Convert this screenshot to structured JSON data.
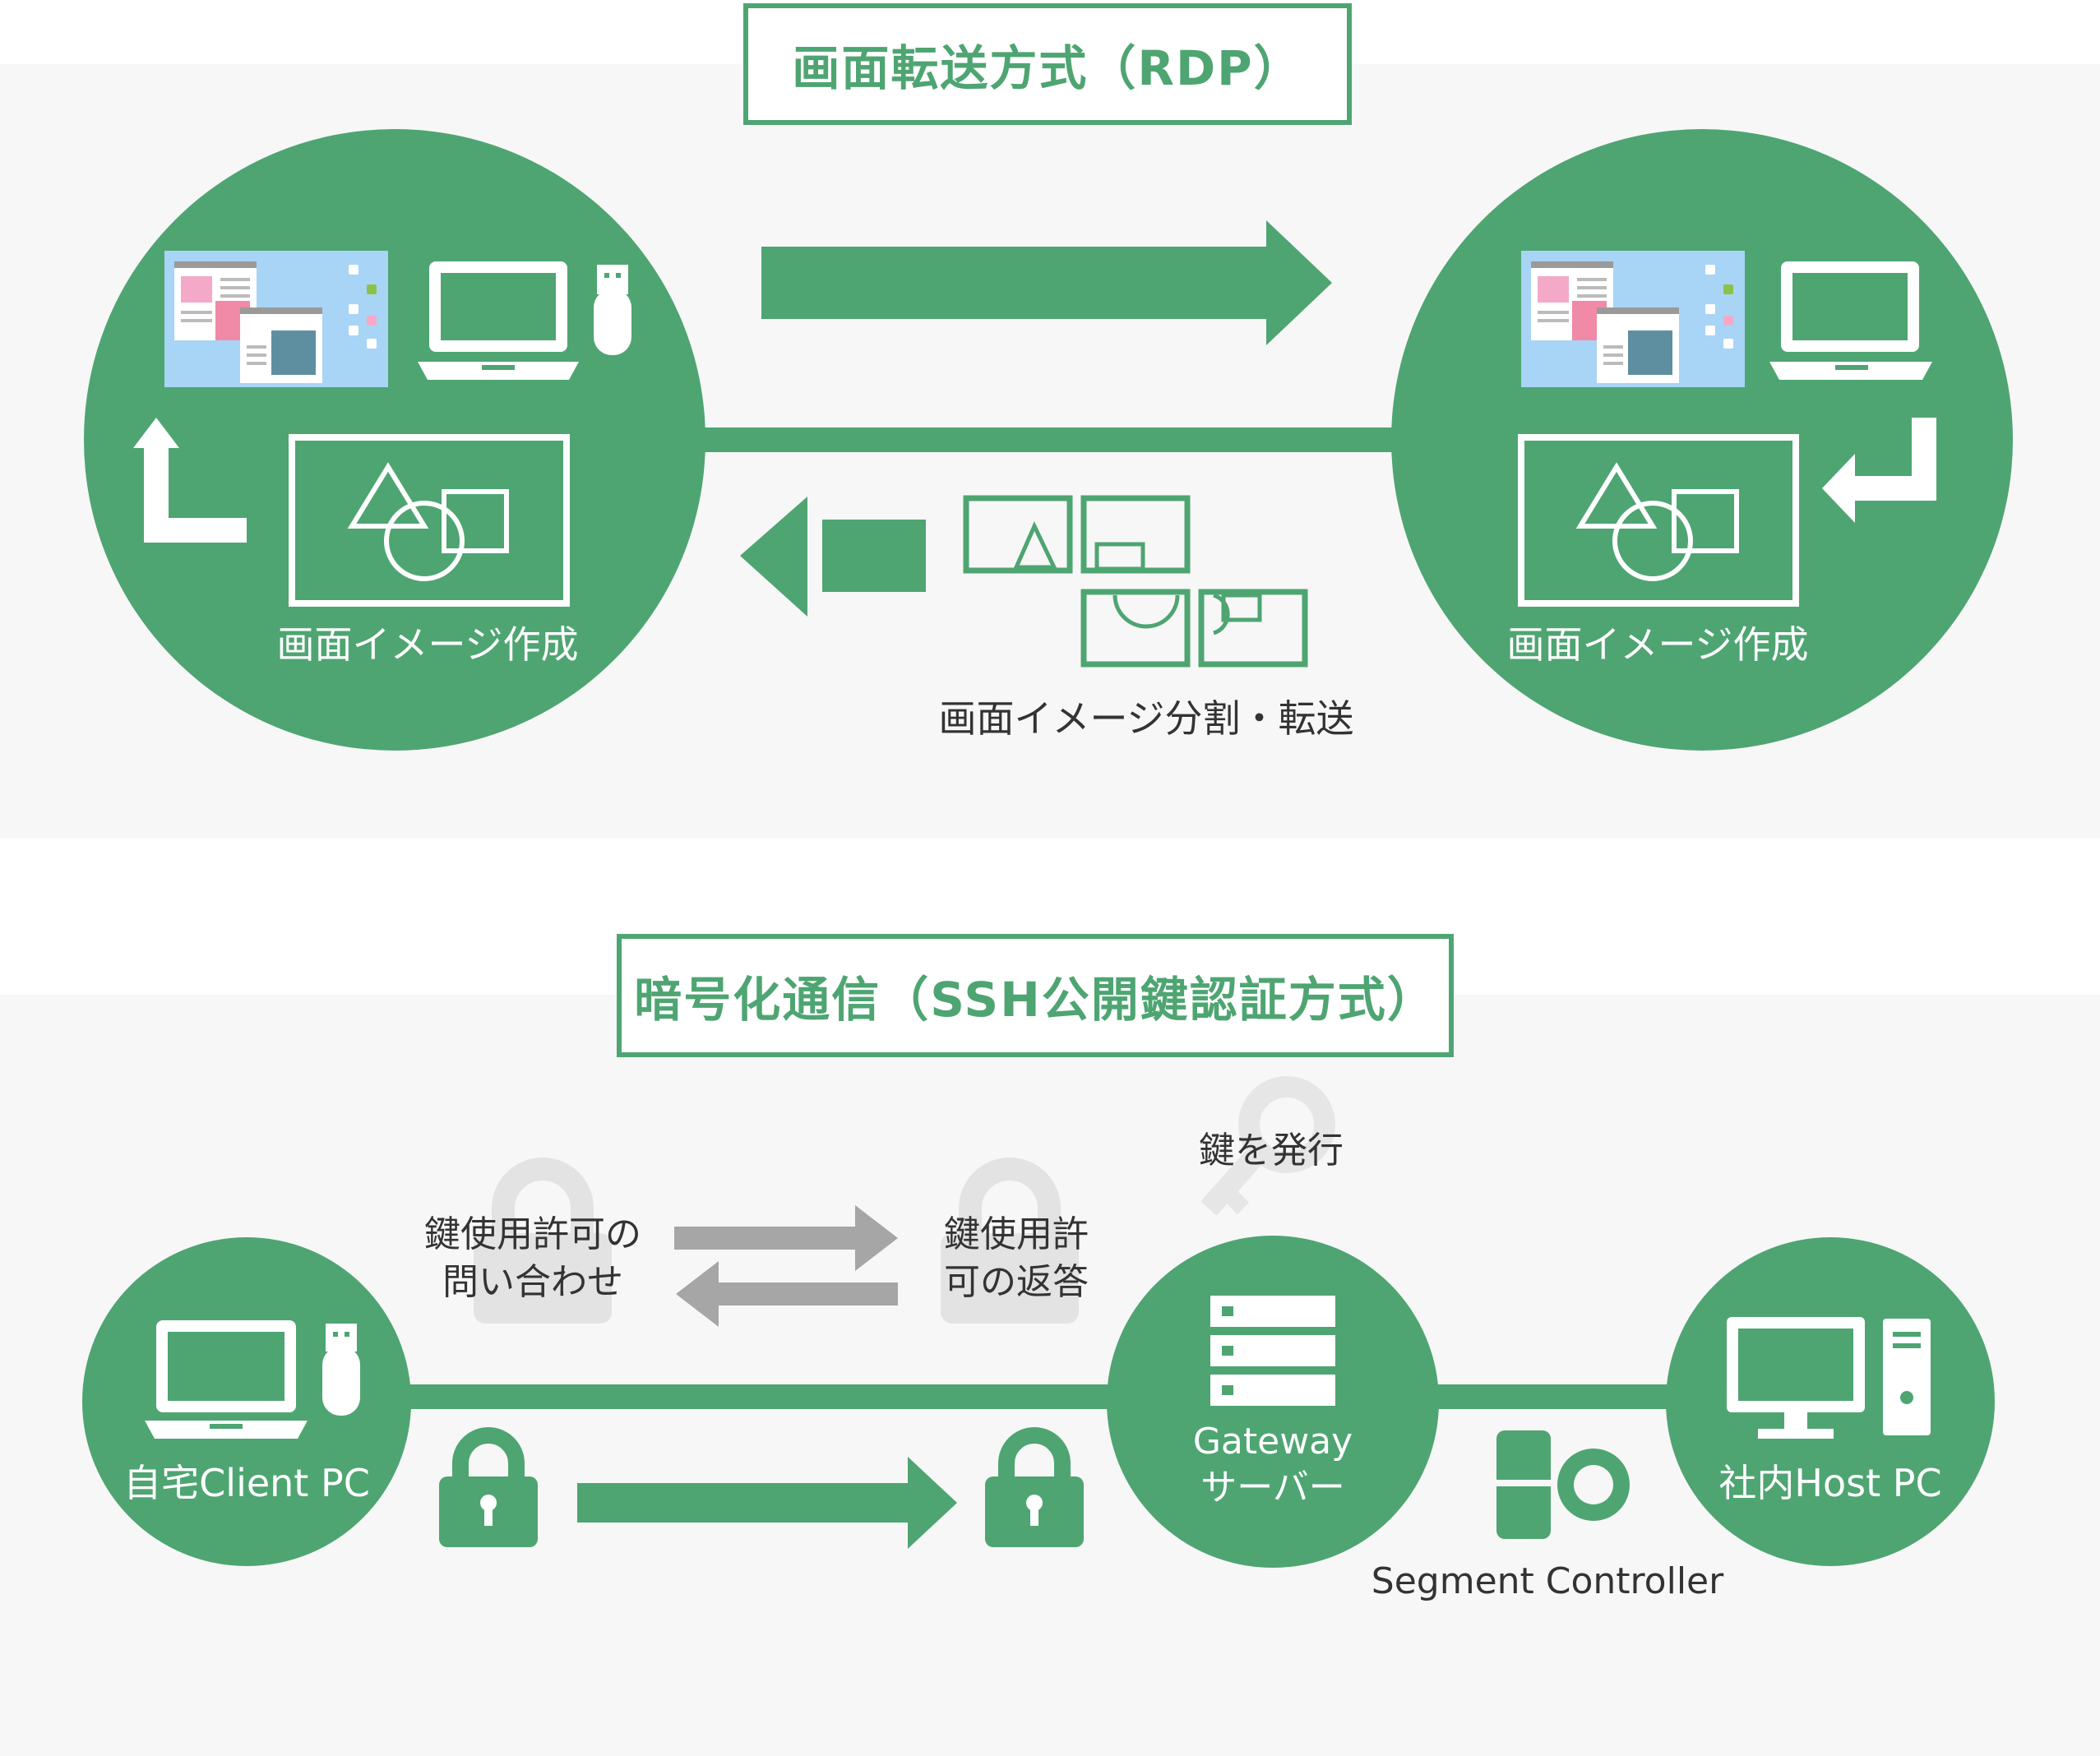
{
  "rdp": {
    "title": "画面転送方式（RDP）",
    "left_caption": "画面イメージ作成",
    "right_caption": "画面イメージ作成",
    "middle_caption": "画面イメージ分割・転送"
  },
  "ssh": {
    "title": "暗号化通信（SSH公開鍵認証方式）",
    "client_label": "自宅Client PC",
    "request_label": [
      "鍵使用許可の",
      "問い合わせ"
    ],
    "reply_label": [
      "鍵使用許",
      "可の返答"
    ],
    "key_issue_label": "鍵を発行",
    "gateway_label": [
      "Gateway",
      "サーバー"
    ],
    "host_label": "社内Host PC",
    "segment_label": "Segment Controller"
  },
  "colors": {
    "green": "#4ea572",
    "light_bg": "#f7f7f7",
    "gray_arrow": "#a6a6a6",
    "lock_watermark": "#e3e3e3",
    "screen_blue": "#a8d4f5",
    "pink": "#f5a9c8",
    "teal": "#5e8fa0"
  }
}
